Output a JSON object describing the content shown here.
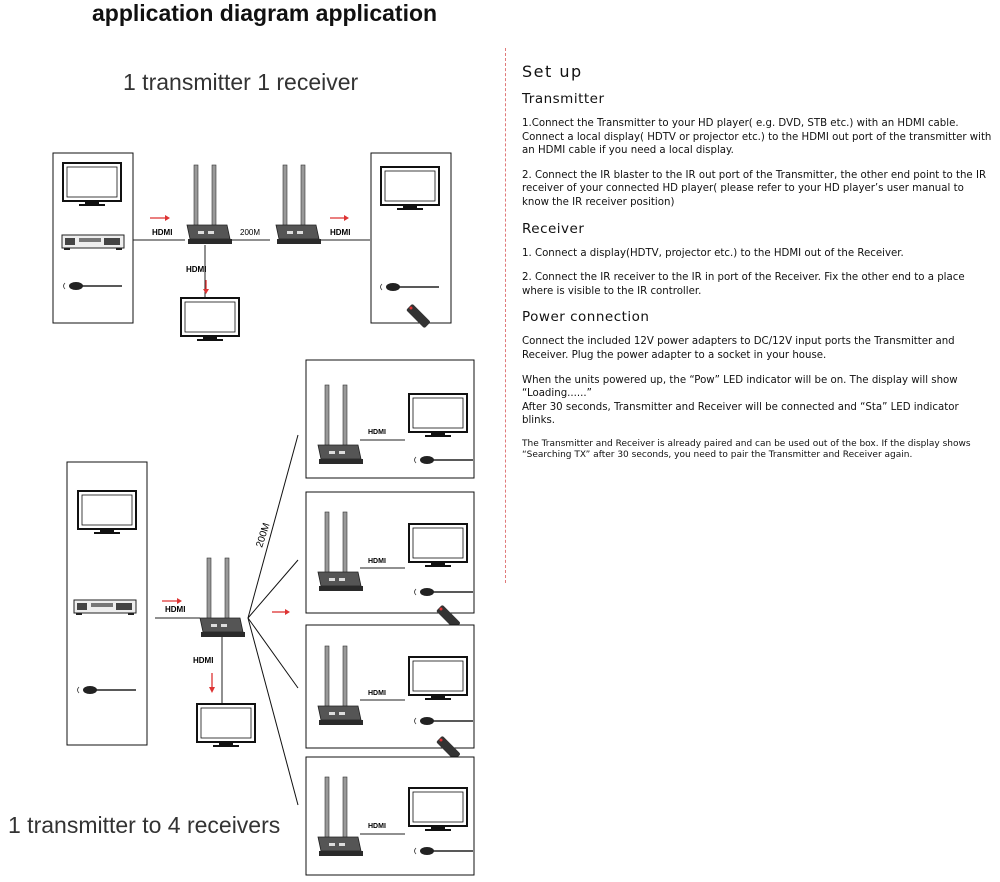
{
  "title": "application diagram application",
  "diagram_top": {
    "label": "1 transmitter 1 receiver",
    "hdmi": "HDMI",
    "distance": "200M"
  },
  "diagram_bottom": {
    "label": "1 transmitter to 4 receivers",
    "hdmi": "HDMI",
    "distance": "200M"
  },
  "setup": {
    "heading": "Set up",
    "transmitter": {
      "heading": "Transmitter",
      "p1": "1.Connect the Transmitter to your HD player( e.g. DVD, STB etc.) with an HDMI cable.\n   Connect  a  local display( HDTV or projector etc.) to the HDMI out port of the transmitter with an HDMI cable if you need a local display.",
      "p2": "2. Connect the IR blaster to the IR out port of the Transmitter, the other end point to the IR receiver of your connected HD player( please refer to your HD player’s user manual to know the IR receiver position)"
    },
    "receiver": {
      "heading": "Receiver",
      "p1": "1. Connect a display(HDTV, projector etc.) to the HDMI out of the Receiver.",
      "p2": "2. Connect the IR receiver to the IR in port of the Receiver. Fix the other end to a place where is visible to the IR controller."
    },
    "power": {
      "heading": "Power connection",
      "p1": "Connect the included 12V power adapters to DC/12V input ports the Transmitter and Receiver. Plug the power adapter to a socket in your house.",
      "p2": "When the units powered up, the “Pow” LED indicator will be on. The display will show “Loading......”\nAfter 30 seconds, Transmitter and Receiver will be connected and “Sta” LED indicator blinks.",
      "p3": "The Transmitter and Receiver is already paired and can be used out of the box. If the display shows “Searching TX” after 30 seconds, you need to pair the Transmitter and Receiver again."
    }
  }
}
